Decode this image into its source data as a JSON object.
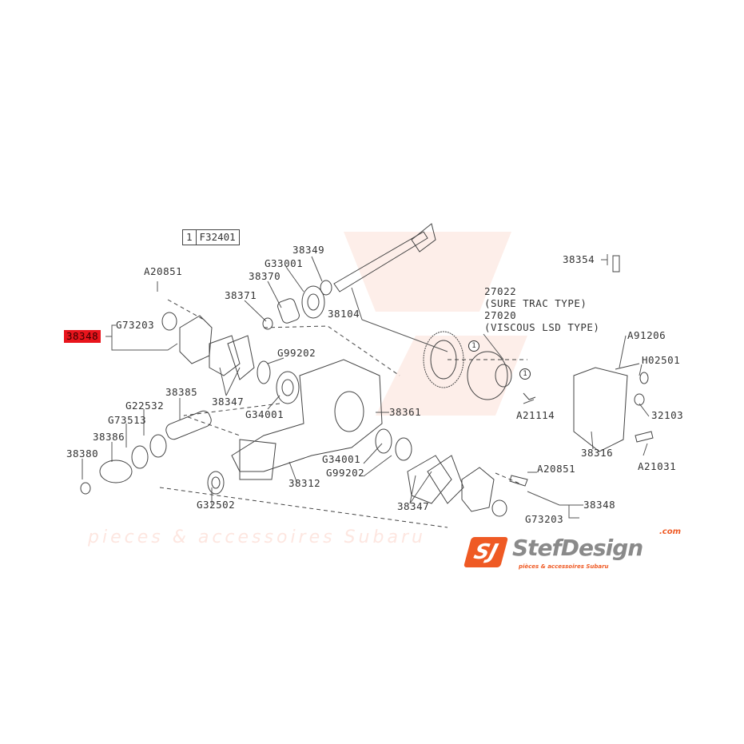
{
  "reference": {
    "circle": "1",
    "code": "F32401"
  },
  "labels": {
    "l38349": "38349",
    "g33001": "G33001",
    "l38370": "38370",
    "l38371": "38371",
    "a20851_top": "A20851",
    "l38348_top": "38348",
    "g73203_top": "G73203",
    "l38104": "38104",
    "l27022": "27022",
    "sure_trac": "(SURE TRAC TYPE)",
    "l27020": "27020",
    "viscous": "(VISCOUS LSD TYPE)",
    "l38354": "38354",
    "a91206": "A91206",
    "h02501": "H02501",
    "g99202_top": "G99202",
    "l38347_top": "38347",
    "g34001_top": "G34001",
    "l38361": "38361",
    "l38385": "38385",
    "g22532": "G22532",
    "g73513": "G73513",
    "l38386": "38386",
    "l38380": "38380",
    "l38312": "38312",
    "g32502": "G32502",
    "g34001_bot": "G34001",
    "g99202_bot": "G99202",
    "a20851_bot": "A20851",
    "l38347_bot": "38347",
    "l38348_bot": "38348",
    "g73203_bot": "G73203",
    "a21114": "A21114",
    "l32103": "32103",
    "l38316": "38316",
    "a21031": "A21031",
    "circ1": "1",
    "circ2": "1"
  },
  "highlight_color": "#e8141c",
  "logo": {
    "name": "StefDesign",
    "domain": ".com",
    "mark": "SJ",
    "tagline": "pièces & accessoires Subaru"
  },
  "watermark": "pieces & accessoires Subaru"
}
